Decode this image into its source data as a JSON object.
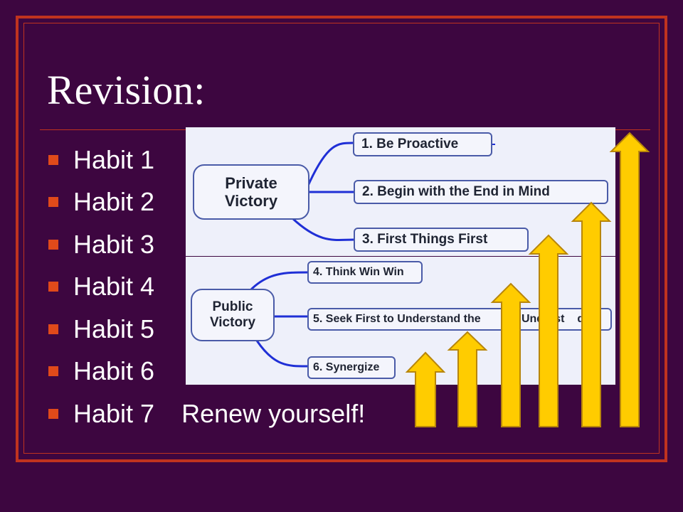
{
  "title": "Revision:",
  "habits": [
    {
      "label": "Habit 1",
      "extra": ""
    },
    {
      "label": "Habit 2",
      "extra": ""
    },
    {
      "label": "Habit 3",
      "extra": ""
    },
    {
      "label": "Habit 4",
      "extra": ""
    },
    {
      "label": "Habit 5",
      "extra": ""
    },
    {
      "label": "Habit 6",
      "extra": ""
    },
    {
      "label": "Habit 7",
      "extra": "Renew yourself!"
    }
  ],
  "private_map": {
    "center": "Private Victory",
    "branches": [
      "1. Be Proactive",
      "2. Begin with the End in Mind",
      "3. First Things First"
    ]
  },
  "public_map": {
    "center": "Public Victory",
    "branches": [
      "4. Think Win Win",
      "5. Seek First to Understand the",
      "e Underst",
      "d",
      "6. Synergize"
    ]
  },
  "colors": {
    "background": "#3d0640",
    "frame": "#c0331f",
    "bullet": "#e04a1a",
    "arrow_fill": "#ffcc00",
    "arrow_stroke": "#b8860b",
    "connector": "#1f2fd6"
  }
}
